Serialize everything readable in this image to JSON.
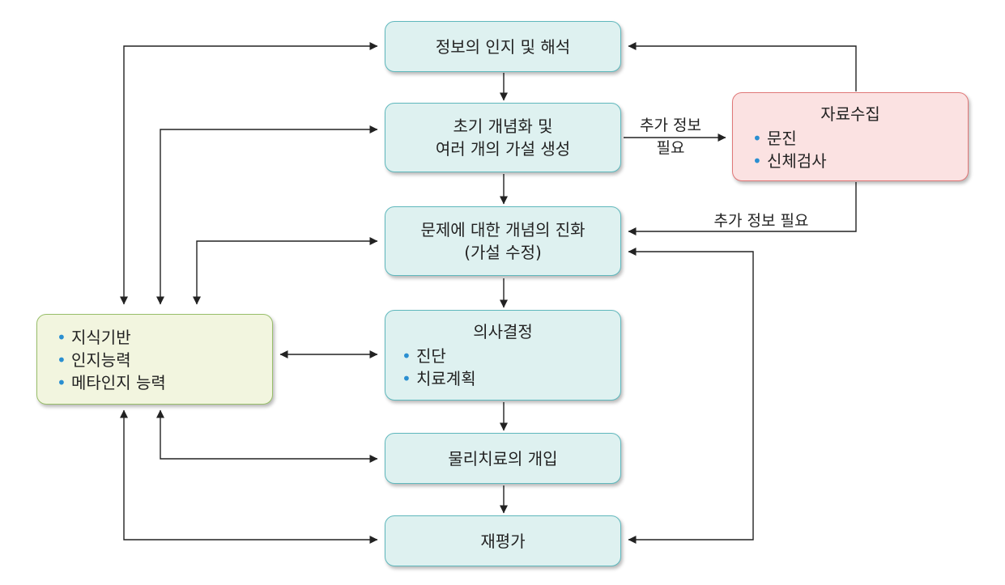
{
  "nodes": {
    "perception": {
      "label": "정보의 인지 및 해석"
    },
    "hypothesis": {
      "line1": "초기 개념화 및",
      "line2": "여러 개의 가설 생성"
    },
    "data_collection": {
      "title": "자료수집",
      "items": [
        "문진",
        "신체검사"
      ]
    },
    "evolution": {
      "line1": "문제에 대한 개념의 진화",
      "line2": "(가설 수정)"
    },
    "decision": {
      "title": "의사결정",
      "items": [
        "진단",
        "치료계획"
      ]
    },
    "intervention": {
      "label": "물리치료의 개입"
    },
    "reevaluation": {
      "label": "재평가"
    },
    "knowledge": {
      "items": [
        "지식기반",
        "인지능력",
        "메타인지 능력"
      ]
    }
  },
  "edge_labels": {
    "more_info_short_line1": "추가 정보",
    "more_info_short_line2": "필요",
    "more_info_long": "추가 정보 필요"
  },
  "colors": {
    "teal_fill": "#def1f0",
    "teal_border": "#5fb8bd",
    "pink_fill": "#fbe2e2",
    "pink_border": "#e07777",
    "green_fill": "#f2f5df",
    "green_border": "#99bf6a",
    "bullet": "#2a8fd1",
    "line": "#222222"
  }
}
